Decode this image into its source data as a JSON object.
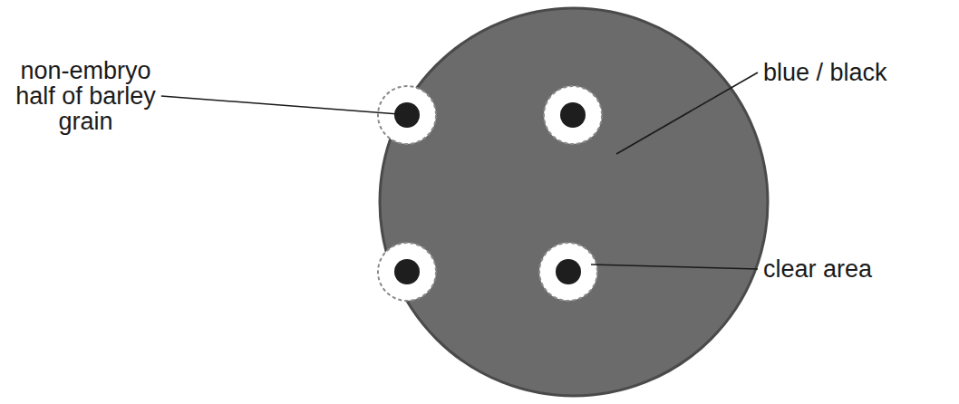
{
  "diagram": {
    "labels": [
      "non-embryo half of barley grain",
      "blue / black",
      "clear area"
    ]
  }
}
